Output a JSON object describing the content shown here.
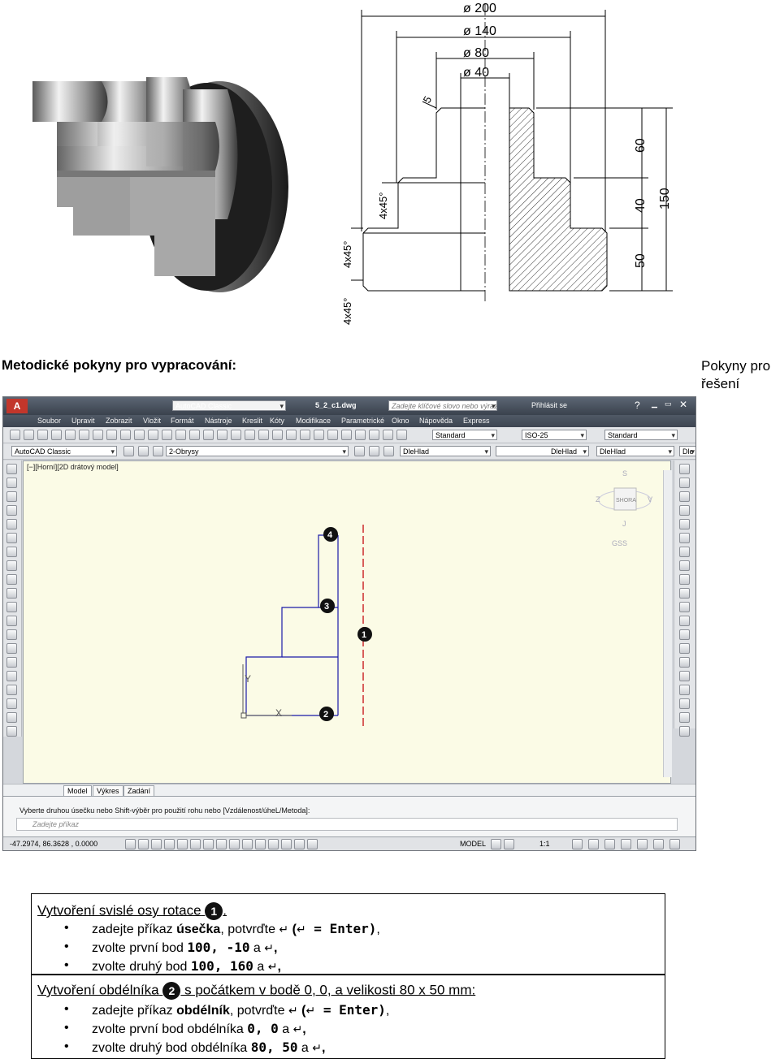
{
  "drawing": {
    "dim_d200": "ø 200",
    "dim_d140": "ø 140",
    "dim_d80": "ø 80",
    "dim_d40": "ø 40",
    "dim_5": "5",
    "dim_60": "60",
    "dim_40": "40",
    "dim_150": "150",
    "dim_50": "50",
    "chamfer_upper": "4x45°",
    "chamfer_mid": "4x45°",
    "chamfer_lower": "4x45°"
  },
  "heading": {
    "title": "Metodické pokyny pro vypracování:",
    "note": "Pokyny pro řešení"
  },
  "acad": {
    "workspace": "AutoCAD Classic",
    "file": "5_2_c1.dwg",
    "search_placeholder": "Zadejte klíčové slovo nebo výraz",
    "signin": "Přihlásit se",
    "menu": [
      "Soubor",
      "Upravit",
      "Zobrazit",
      "Vložit",
      "Formát",
      "Nástroje",
      "Kreslit",
      "Kóty",
      "Modifikace",
      "Parametrické",
      "Okno",
      "Nápověda",
      "Express"
    ],
    "text_style": "Standard",
    "dim_style": "ISO-25",
    "table_style": "Standard",
    "workspace2": "AutoCAD Classic",
    "layer": "2-Obrysy",
    "color": "DleHlad",
    "linetype": "DleHlad",
    "lineweight": "DleHlad",
    "plotstyle": "Dle",
    "viewport_label": "[−][Horní][2D drátový model]",
    "viewcube_top": "S",
    "viewcube_face": "SHORA",
    "viewcube_left": "Z",
    "viewcube_right": "V",
    "viewcube_bottom": "J",
    "wcs": "GSS",
    "ucs_y": "Y",
    "ucs_x": "X",
    "markers": [
      "1",
      "2",
      "3",
      "4"
    ],
    "tabs": [
      "Model",
      "Výkres",
      "Zadání"
    ],
    "command_prompt": "Vyberte druhou úsečku nebo Shift-výběr pro použití rohu nebo [Vzdálenost/úheL/Metoda]:",
    "command_input_placeholder": "Zadejte příkaz",
    "coordinates": "-47.2974, 86.3628 , 0.0000",
    "model_button": "MODEL",
    "annot_scale": "1:1"
  },
  "box1": {
    "heading": "Vytvoření svislé osy rotace",
    "badge": "1",
    "heading_tail": ".",
    "i1_a": "zadejte příkaz ",
    "i1_b": "úsečka",
    "i1_c": ", potvrďte ",
    "i1_d": "(",
    "i1_e": " = Enter)",
    "i1_f": ",",
    "i2_a": "zvolte první bod ",
    "i2_b": "100, -10",
    "i2_c": " a ",
    "i2_d": ",",
    "i3_a": "zvolte druhý bod ",
    "i3_b": "100, 160",
    "i3_c": " a ",
    "i3_d": ","
  },
  "box2": {
    "heading": "Vytvoření obdélníka",
    "badge": "2",
    "heading_tail": " s počátkem v bodě 0, 0, a velikosti 80 x 50 mm:",
    "i1_a": "zadejte příkaz ",
    "i1_b": "obdélník",
    "i1_c": ", potvrďte ",
    "i1_d": "(",
    "i1_e": " = Enter)",
    "i1_f": ",",
    "i2_a": "zvolte první bod obdélníka ",
    "i2_b": "0, 0",
    "i2_c": " a ",
    "i2_d": ",",
    "i3_a": "zvolte druhý bod obdélníka ",
    "i3_b": "80, 50",
    "i3_c": " a ",
    "i3_d": ","
  },
  "symbols": {
    "return": "↵"
  }
}
